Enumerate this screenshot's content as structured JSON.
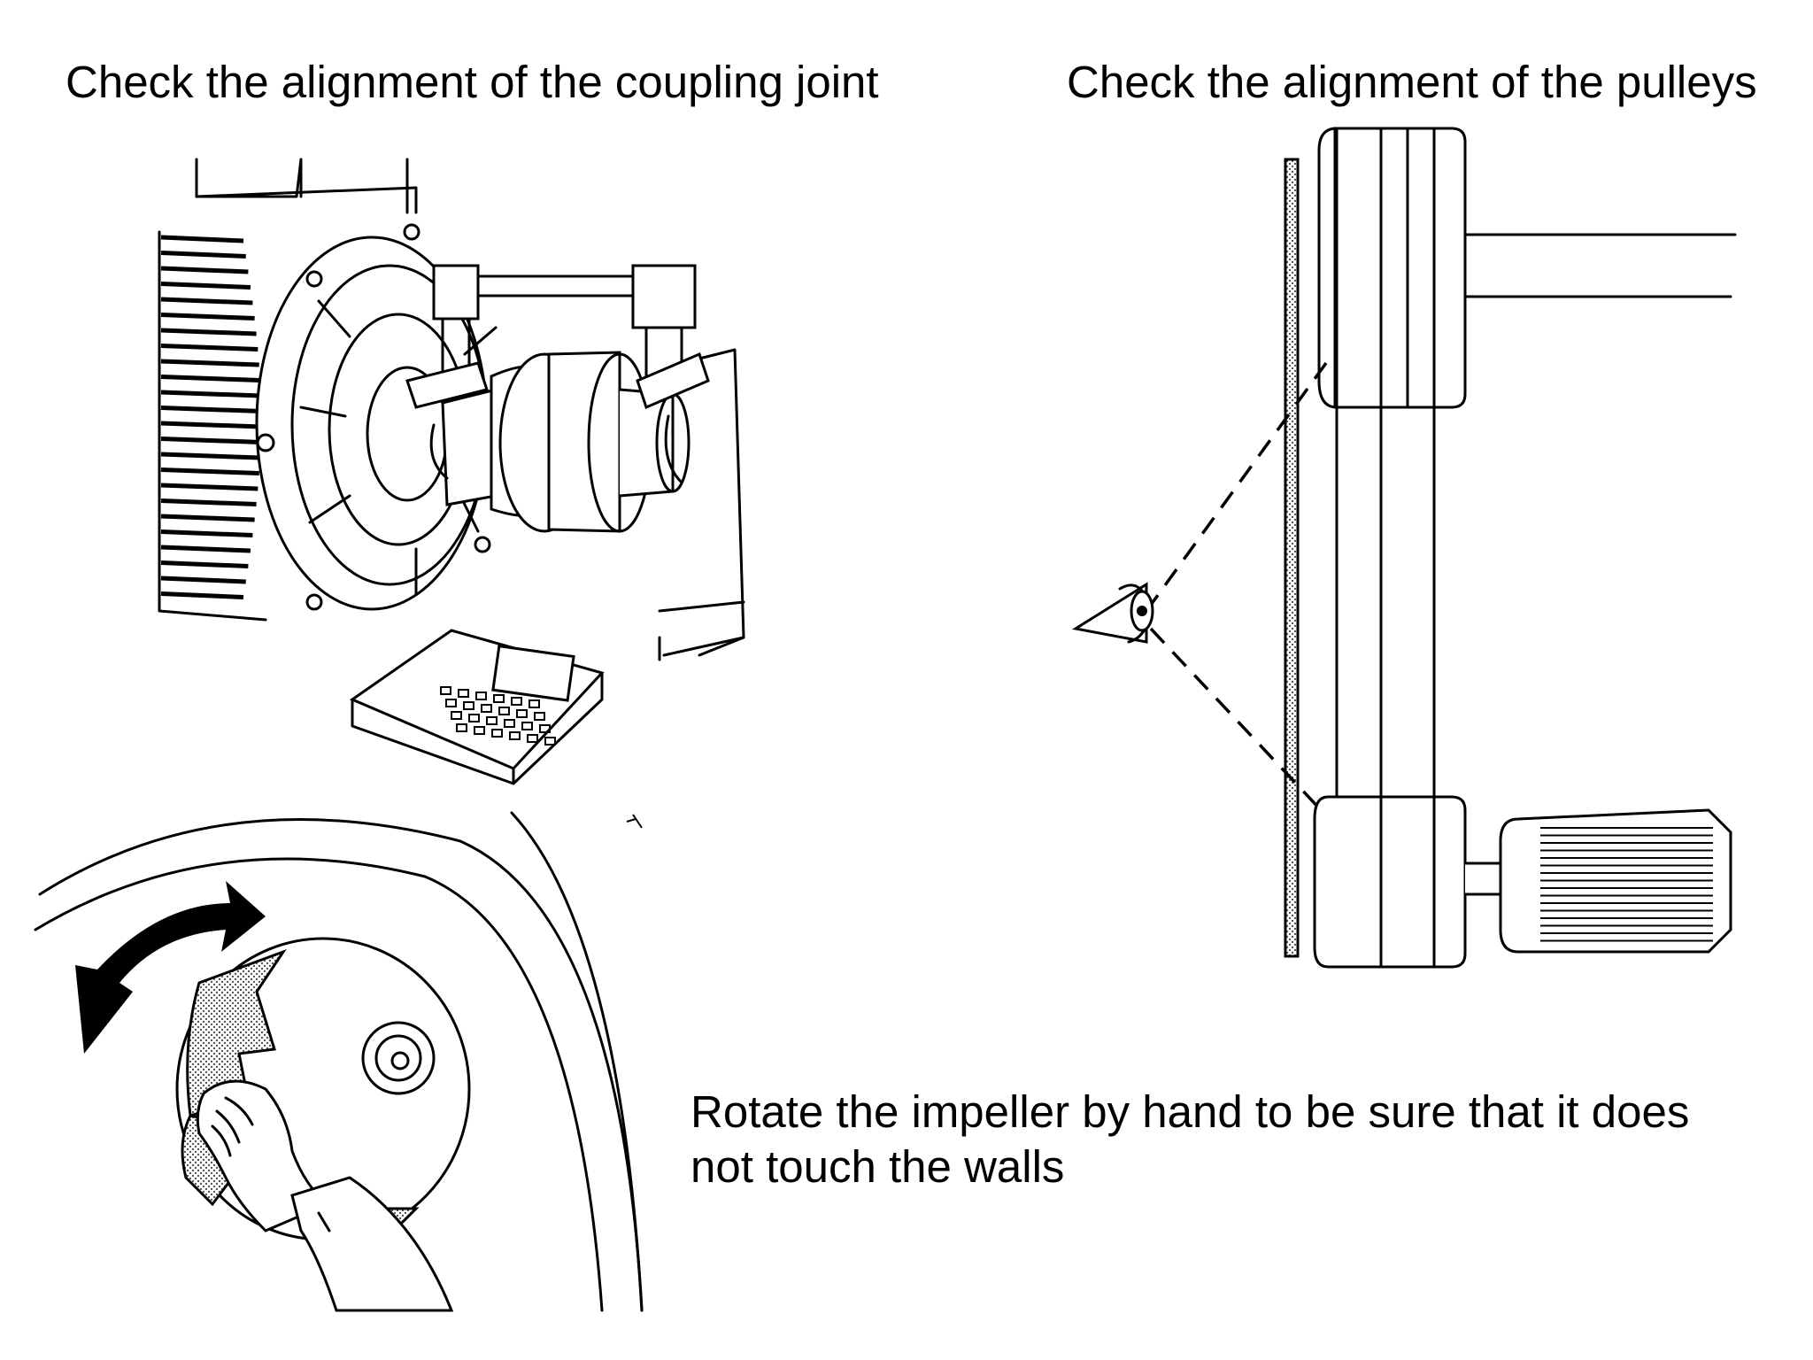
{
  "captions": {
    "coupling": "Check the alignment of the coupling joint",
    "pulleys": "Check the alignment of the pulleys",
    "impeller": "Rotate the impeller by hand to be sure that it does not touch the walls"
  },
  "colors": {
    "background": "#ffffff",
    "ink": "#000000"
  }
}
